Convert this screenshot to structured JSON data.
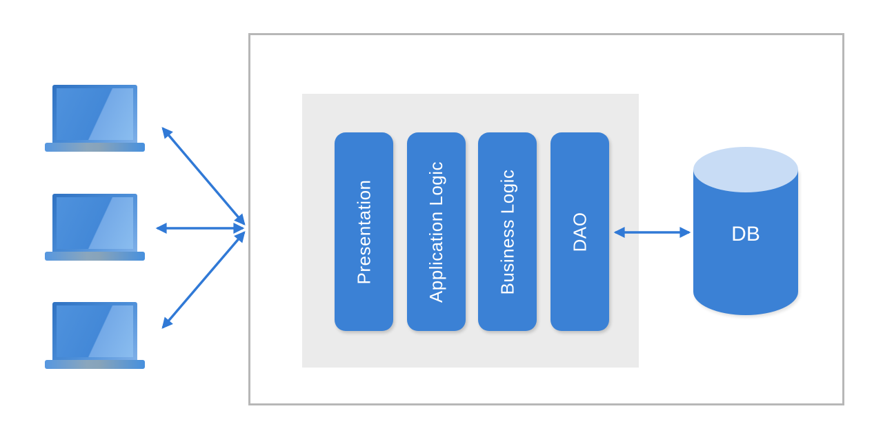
{
  "diagram": {
    "clients": {
      "icon": "laptop-icon",
      "count": 3
    },
    "layers": [
      {
        "label": "Presentation"
      },
      {
        "label": "Application Logic"
      },
      {
        "label": "Business Logic"
      },
      {
        "label": "DAO"
      }
    ],
    "database": {
      "label": "DB"
    },
    "colors": {
      "accent_blue": "#3b81d5",
      "arrow_blue": "#3079d6",
      "cylinder_top_blue": "#c8dcf5",
      "panel_gray": "#ebebeb",
      "box_border_gray": "#b7b7b7",
      "label_text": "#ffffff"
    }
  }
}
